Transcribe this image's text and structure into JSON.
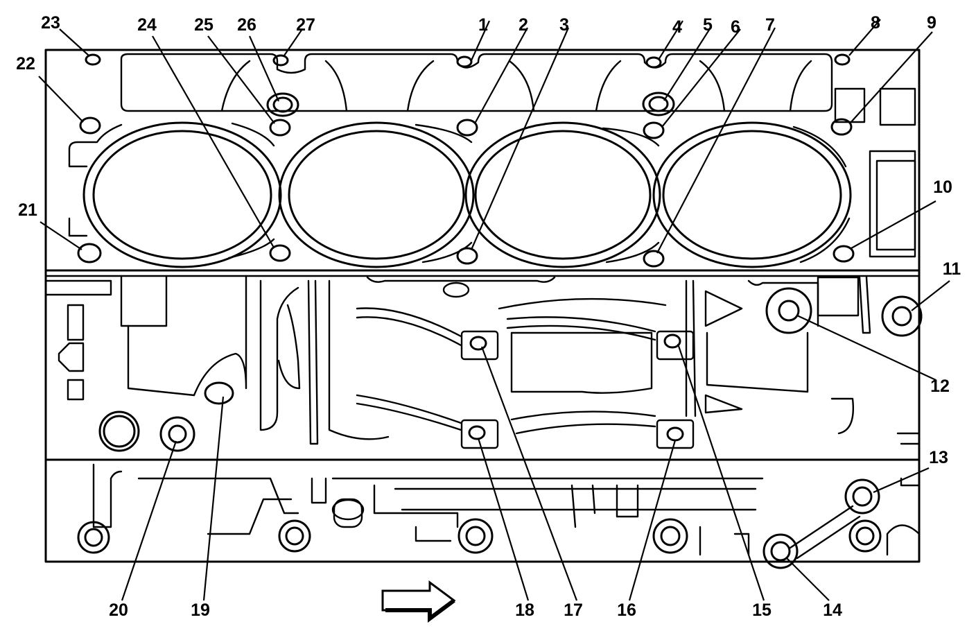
{
  "diagram": {
    "colors": {
      "line": "#000000",
      "background": "#ffffff"
    },
    "direction_arrow": {
      "icon": "right-arrow-icon"
    },
    "callouts": [
      {
        "id": "1",
        "label": "1"
      },
      {
        "id": "2",
        "label": "2"
      },
      {
        "id": "3",
        "label": "3"
      },
      {
        "id": "4",
        "label": "4"
      },
      {
        "id": "5",
        "label": "5"
      },
      {
        "id": "6",
        "label": "6"
      },
      {
        "id": "7",
        "label": "7"
      },
      {
        "id": "8",
        "label": "8"
      },
      {
        "id": "9",
        "label": "9"
      },
      {
        "id": "10",
        "label": "10"
      },
      {
        "id": "11",
        "label": "11"
      },
      {
        "id": "12",
        "label": "12"
      },
      {
        "id": "13",
        "label": "13"
      },
      {
        "id": "14",
        "label": "14"
      },
      {
        "id": "15",
        "label": "15"
      },
      {
        "id": "16",
        "label": "16"
      },
      {
        "id": "17",
        "label": "17"
      },
      {
        "id": "18",
        "label": "18"
      },
      {
        "id": "19",
        "label": "19"
      },
      {
        "id": "20",
        "label": "20"
      },
      {
        "id": "21",
        "label": "21"
      },
      {
        "id": "22",
        "label": "22"
      },
      {
        "id": "23",
        "label": "23"
      },
      {
        "id": "24",
        "label": "24"
      },
      {
        "id": "25",
        "label": "25"
      },
      {
        "id": "26",
        "label": "26"
      },
      {
        "id": "27",
        "label": "27"
      }
    ]
  }
}
